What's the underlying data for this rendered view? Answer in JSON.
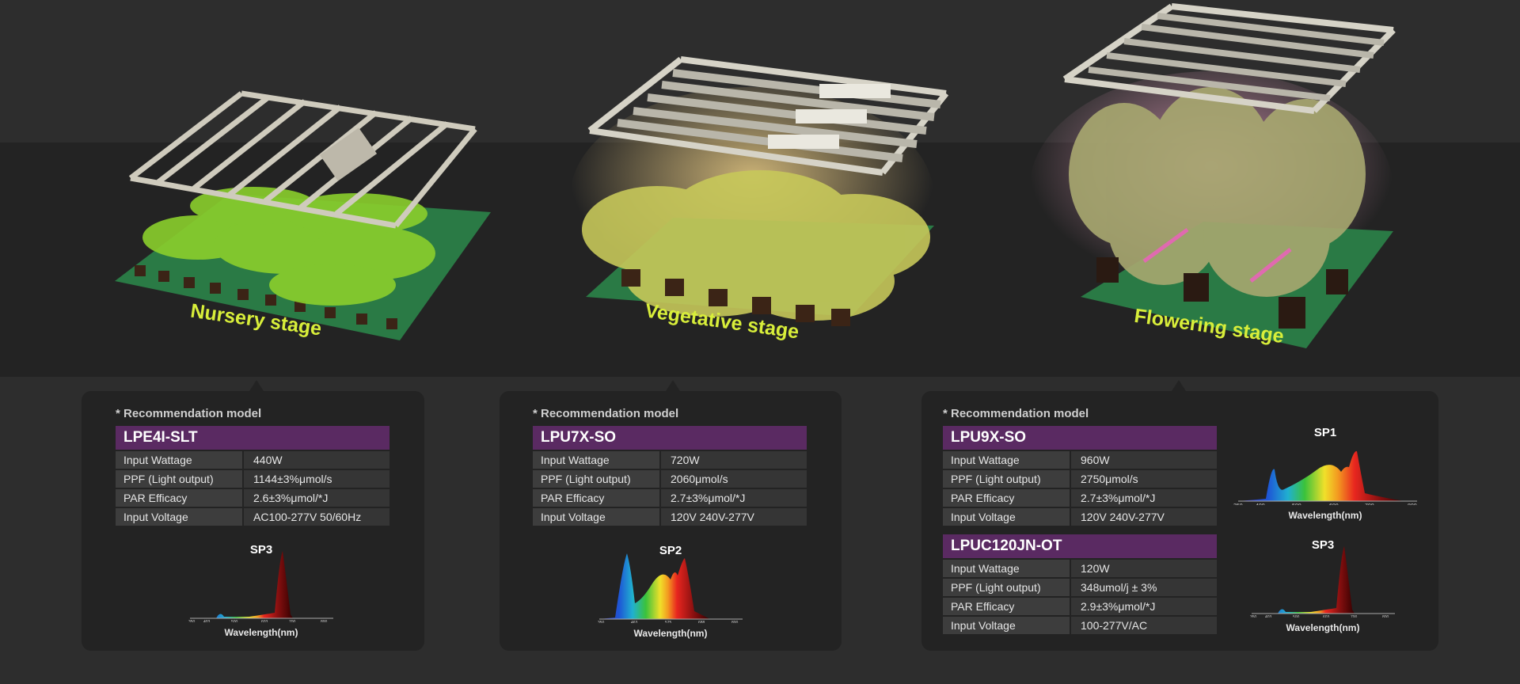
{
  "stages": [
    {
      "label": "Nursery stage"
    },
    {
      "label": "Vegetative stage"
    },
    {
      "label": "Flowering stage"
    }
  ],
  "cards": [
    {
      "rec_label": "* Recommendation model",
      "specs": [
        {
          "model": "LPE4I-SLT",
          "rows": [
            {
              "k": "Input Wattage",
              "v": "440W"
            },
            {
              "k": "PPF (Light output)",
              "v": "1144±3%μmol/s"
            },
            {
              "k": "PAR Efficacy",
              "v": "2.6±3%μmol/*J"
            },
            {
              "k": "Input Voltage",
              "v": "AC100-277V 50/60Hz"
            }
          ]
        }
      ],
      "spectra": [
        {
          "title": "SP3",
          "xlabel": "Wavelength(nm)",
          "ticks": [
            "350",
            "403",
            "500",
            "603",
            "700",
            "800"
          ]
        }
      ]
    },
    {
      "rec_label": "* Recommendation model",
      "specs": [
        {
          "model": "LPU7X-SO",
          "rows": [
            {
              "k": "Input Wattage",
              "v": "720W"
            },
            {
              "k": "PPF (Light output)",
              "v": "2060μmol/s"
            },
            {
              "k": "PAR Efficacy",
              "v": "2.7±3%μmol/*J"
            },
            {
              "k": "Input Voltage",
              "v": "120V 240V-277V"
            }
          ]
        }
      ],
      "spectra": [
        {
          "title": "SP2",
          "xlabel": "Wavelength(nm)",
          "ticks": [
            "350",
            "463",
            "575",
            "688",
            "800"
          ]
        }
      ]
    },
    {
      "rec_label": "* Recommendation model",
      "specs": [
        {
          "model": "LPU9X-SO",
          "rows": [
            {
              "k": "Input Wattage",
              "v": "960W"
            },
            {
              "k": "PPF (Light output)",
              "v": "2750μmol/s"
            },
            {
              "k": "PAR Efficacy",
              "v": "2.7±3%μmol/*J"
            },
            {
              "k": "Input Voltage",
              "v": "120V 240V-277V"
            }
          ]
        },
        {
          "model": "LPUC120JN-OT",
          "rows": [
            {
              "k": "Input Wattage",
              "v": "120W"
            },
            {
              "k": "PPF (Light output)",
              "v": "348umol/j ± 3%"
            },
            {
              "k": "PAR Efficacy",
              "v": "2.9±3%μmol/*J"
            },
            {
              "k": "Input Voltage",
              "v": "100-277V/AC"
            }
          ]
        }
      ],
      "spectra": [
        {
          "title": "SP1",
          "xlabel": "Wavelength(nm)",
          "ticks": [
            "350",
            "400",
            "500",
            "600",
            "700",
            "800"
          ]
        },
        {
          "title": "SP3",
          "xlabel": "Wavelength(nm)",
          "ticks": [
            "350",
            "403",
            "500",
            "603",
            "700",
            "800"
          ]
        }
      ]
    }
  ]
}
